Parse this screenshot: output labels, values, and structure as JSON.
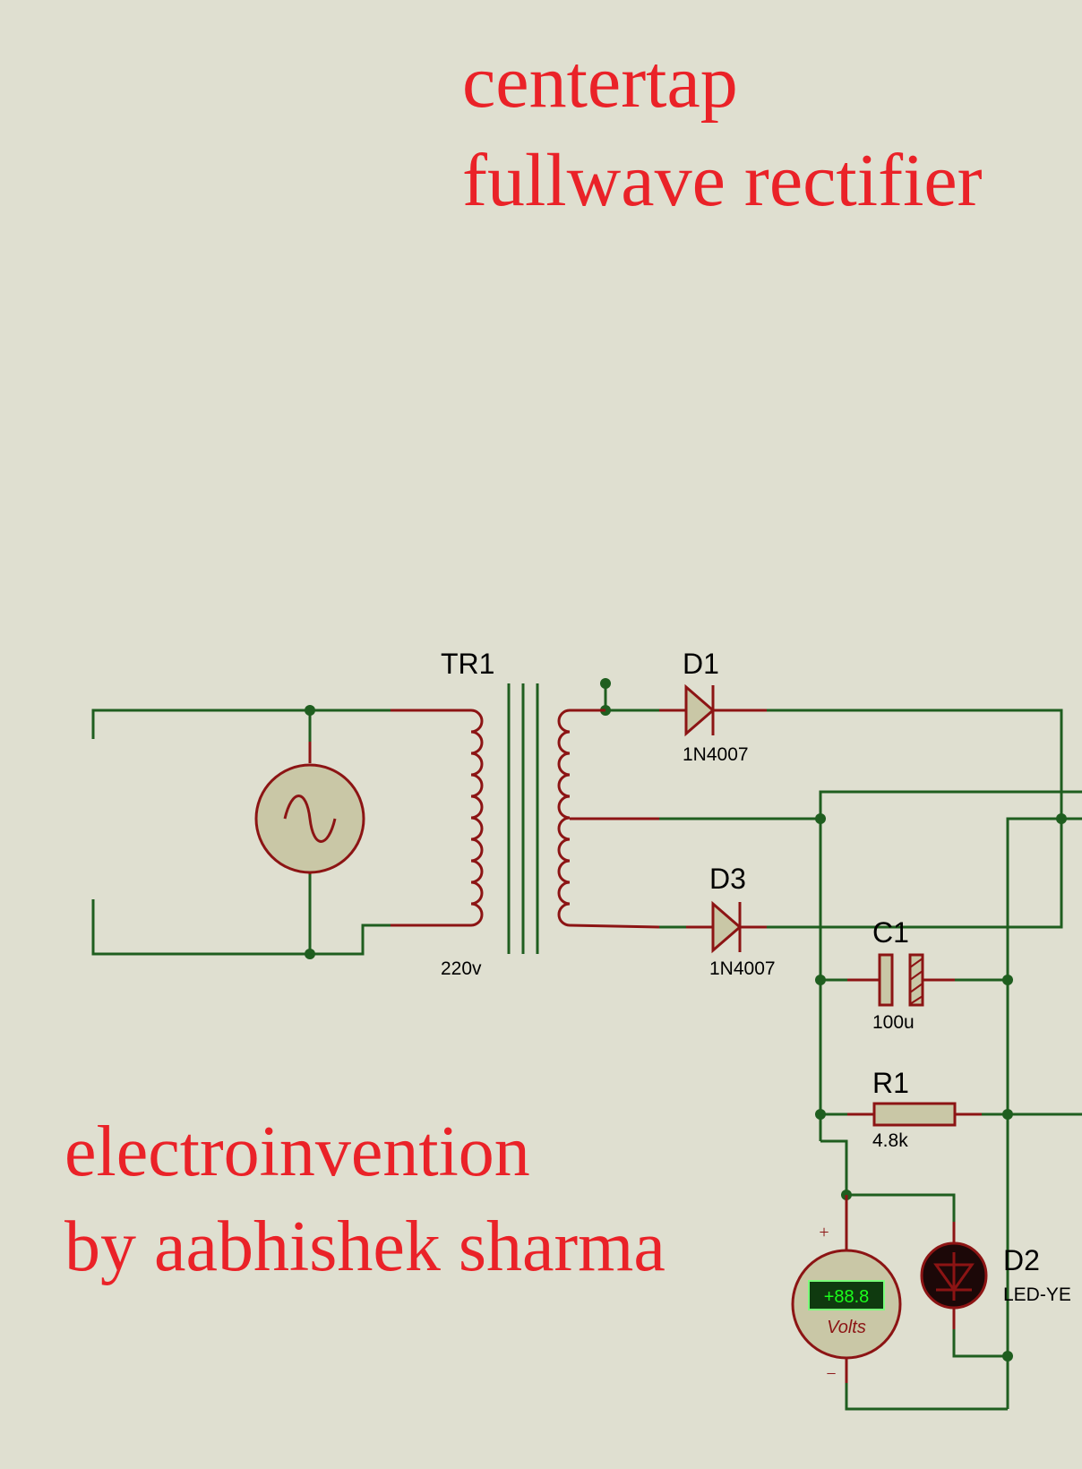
{
  "title": {
    "line1": "centertap",
    "line2": "fullwave rectifier"
  },
  "credit": {
    "line1": "electroinvention",
    "line2": "by aabhishek sharma"
  },
  "components": {
    "transformer": {
      "ref": "TR1",
      "value": "220v"
    },
    "diode1": {
      "ref": "D1",
      "value": "1N4007"
    },
    "diode3": {
      "ref": "D3",
      "value": "1N4007"
    },
    "capacitor": {
      "ref": "C1",
      "value": "100u"
    },
    "resistor": {
      "ref": "R1",
      "value": "4.8k"
    },
    "led": {
      "ref": "D2",
      "value": "LED-YE"
    },
    "voltmeter": {
      "reading": "+88.8",
      "unit": "Volts",
      "plus": "+",
      "minus": "−"
    }
  },
  "colors": {
    "background": "#dfdfd0",
    "title_text": "#ea2228",
    "wire": "#1f5e1f",
    "component": "#8c1414",
    "component_fill": "#c9c7a6"
  }
}
